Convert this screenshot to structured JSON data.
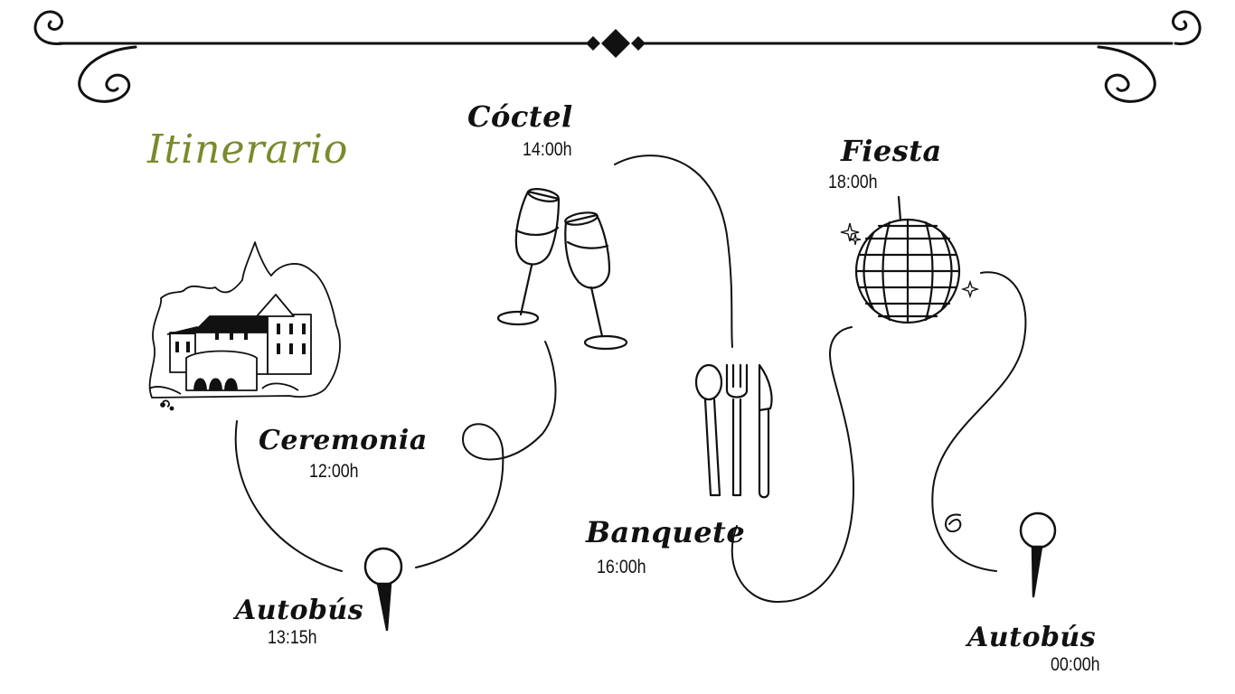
{
  "title": "Itinerario",
  "colors": {
    "title": "#7b8a2b",
    "ink": "#111111",
    "background": "#ffffff"
  },
  "events": [
    {
      "name": "Ceremonia",
      "time": "12:00h",
      "icon": "castle-illustration-icon"
    },
    {
      "name": "Autobús",
      "time": "13:15h",
      "icon": "map-pin-icon"
    },
    {
      "name": "Cóctel",
      "time": "14:00h",
      "icon": "champagne-glasses-icon"
    },
    {
      "name": "Banquete",
      "time": "16:00h",
      "icon": "cutlery-icon"
    },
    {
      "name": "Fiesta",
      "time": "18:00h",
      "icon": "disco-ball-icon"
    },
    {
      "name": "Autobús",
      "time": "00:00h",
      "icon": "map-pin-icon"
    }
  ],
  "decoration": {
    "header_icon": "ornamental-flourish-icon"
  }
}
